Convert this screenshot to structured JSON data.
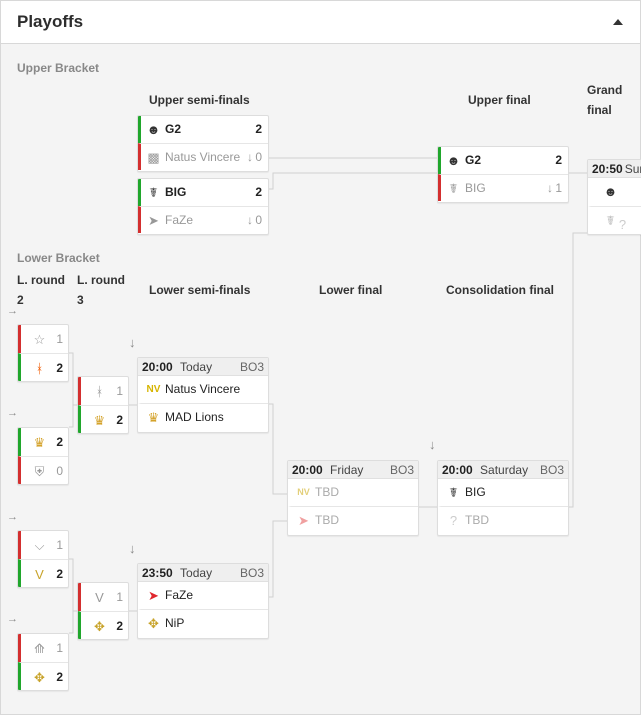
{
  "header": {
    "title": "Playoffs"
  },
  "labels": {
    "upper_bracket": "Upper Bracket",
    "lower_bracket": "Lower Bracket",
    "upper_semifinals": "Upper semi-finals",
    "upper_final": "Upper final",
    "grand_final_1": "Grand",
    "grand_final_2": "final",
    "lower_round2_1": "L. round",
    "lower_round2_2": "2",
    "lower_round3_1": "L. round",
    "lower_round3_2": "3",
    "lower_semifinals": "Lower semi-finals",
    "lower_final": "Lower final",
    "consolation_final": "Consolidation final"
  },
  "upper_semi_1": {
    "t1": {
      "name": "G2",
      "score": "2",
      "logo": "g2-logo"
    },
    "t2": {
      "name": "Natus Vincere",
      "score": "0",
      "logo": "navi-logo"
    }
  },
  "upper_semi_2": {
    "t1": {
      "name": "BIG",
      "score": "2",
      "logo": "big-logo"
    },
    "t2": {
      "name": "FaZe",
      "score": "0",
      "logo": "faze-logo"
    }
  },
  "upper_final": {
    "t1": {
      "name": "G2",
      "score": "2",
      "logo": "g2-logo"
    },
    "t2": {
      "name": "BIG",
      "score": "1",
      "logo": "big-logo"
    }
  },
  "grand_final": {
    "time": "20:50",
    "day": "Sun"
  },
  "lower_r2": [
    {
      "t1_score": "1",
      "t1_logo": "star-logo",
      "t2_score": "2",
      "t2_logo": "fnatic-logo"
    },
    {
      "t1_score": "2",
      "t1_logo": "mad-lions-logo",
      "t2_score": "0",
      "t2_logo": "heroic-logo"
    },
    {
      "t1_score": "1",
      "t1_logo": "mousesports-logo",
      "t2_score": "2",
      "t2_logo": "vitality-logo"
    },
    {
      "t1_score": "1",
      "t1_logo": "astralis-logo",
      "t2_score": "2",
      "t2_logo": "nip-logo"
    }
  ],
  "lower_r3": [
    {
      "t1_score": "1",
      "t1_logo": "fnatic-logo",
      "t2_score": "2",
      "t2_logo": "mad-lions-logo"
    },
    {
      "t1_score": "1",
      "t1_logo": "vitality-logo",
      "t2_score": "2",
      "t2_logo": "nip-logo"
    }
  ],
  "lower_semi_1": {
    "time": "20:00",
    "day": "Today",
    "bo": "BO3",
    "t1": {
      "name": "Natus Vincere"
    },
    "t2": {
      "name": "MAD Lions"
    }
  },
  "lower_semi_2": {
    "time": "23:50",
    "day": "Today",
    "bo": "BO3",
    "t1": {
      "name": "FaZe"
    },
    "t2": {
      "name": "NiP"
    }
  },
  "lower_final": {
    "time": "20:00",
    "day": "Friday",
    "bo": "BO3",
    "t1": {
      "name": "TBD"
    },
    "t2": {
      "name": "TBD"
    }
  },
  "consolation_final": {
    "time": "20:00",
    "day": "Saturday",
    "bo": "BO3",
    "t1": {
      "name": "BIG"
    },
    "t2": {
      "name": "TBD"
    }
  },
  "colors": {
    "win": "#20a62c",
    "lose": "#d32f2f"
  }
}
